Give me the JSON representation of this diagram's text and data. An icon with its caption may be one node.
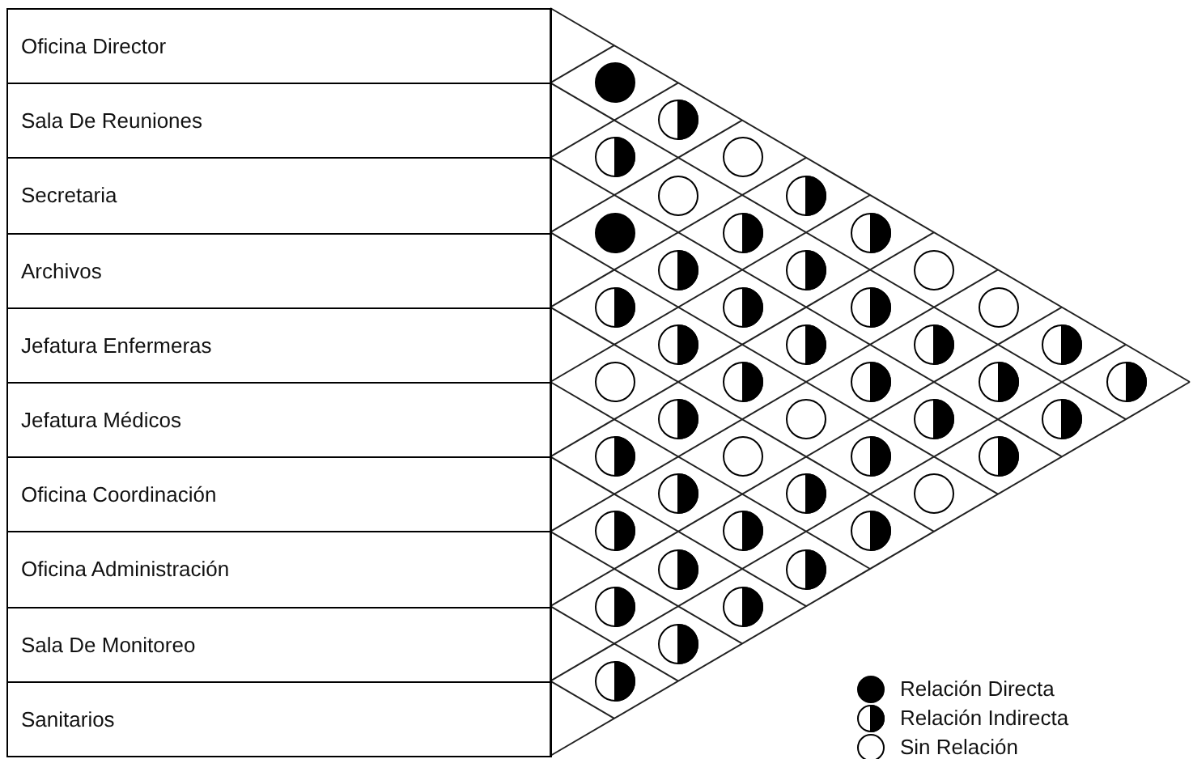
{
  "diagram": {
    "nodes": [
      {
        "text": [
          "Oficina Director"
        ]
      },
      {
        "text": [
          "Sala De Reuniones"
        ]
      },
      {
        "text": [
          "Secretaria"
        ]
      },
      {
        "text": [
          "Archivos"
        ]
      },
      {
        "text": [
          "Jefatura Enfermeras"
        ]
      },
      {
        "text": [
          "Jefatura Médicos"
        ]
      },
      {
        "text": [
          "Oficina Coordinación"
        ]
      },
      {
        "text": [
          "Oficina Administración"
        ]
      },
      {
        "text": [
          "Sala De Monitoreo"
        ]
      },
      {
        "text": [
          "Sanitarios"
        ]
      },
      {
        "text": [],
        "shape": "disc"
      },
      {
        "text": [],
        "shape": "half-disc"
      },
      {
        "text": [],
        "shape": "half-disc"
      },
      {
        "text": [],
        "shape": "circle"
      },
      {
        "text": [],
        "shape": "circle"
      },
      {
        "text": [],
        "shape": "half-disc"
      },
      {
        "text": [],
        "shape": "disc"
      },
      {
        "text": [],
        "shape": "half-disc"
      },
      {
        "text": [],
        "shape": "half-disc"
      },
      {
        "text": [],
        "shape": "half-disc"
      },
      {
        "text": [],
        "shape": "half-disc"
      },
      {
        "text": [],
        "shape": "circle"
      },
      {
        "text": [],
        "shape": "half-disc"
      },
      {
        "text": [],
        "shape": "half-disc"
      },
      {
        "text": [],
        "shape": "half-disc"
      },
      {
        "text": [],
        "shape": "circle"
      },
      {
        "text": [],
        "shape": "half-disc"
      },
      {
        "text": [],
        "shape": "half-disc"
      },
      {
        "text": [],
        "shape": "half-disc"
      },
      {
        "text": [],
        "shape": "half-disc"
      },
      {
        "text": [],
        "shape": "circle"
      },
      {
        "text": [],
        "shape": "half-disc"
      },
      {
        "text": [],
        "shape": "half-disc"
      },
      {
        "text": [],
        "shape": "half-disc"
      },
      {
        "text": [],
        "shape": "half-disc"
      },
      {
        "text": [],
        "shape": "half-disc"
      },
      {
        "text": [],
        "shape": "circle"
      },
      {
        "text": [],
        "shape": "half-disc"
      },
      {
        "text": [],
        "shape": "half-disc"
      },
      {
        "text": [],
        "shape": "half-disc"
      },
      {
        "text": [],
        "shape": "circle"
      },
      {
        "text": [],
        "shape": "half-disc"
      },
      {
        "text": [],
        "shape": "half-disc"
      },
      {
        "text": [],
        "shape": "half-disc"
      },
      {
        "text": [],
        "shape": "half-disc"
      },
      {
        "text": [],
        "shape": "circle"
      },
      {
        "text": [],
        "shape": "half-disc"
      },
      {
        "text": [],
        "shape": "half-disc"
      },
      {
        "text": [],
        "shape": "half-disc"
      },
      {
        "text": [],
        "shape": "half-disc"
      },
      {
        "text": [],
        "shape": "half-disc"
      },
      {
        "text": [],
        "shape": "half-disc"
      },
      {
        "text": [],
        "shape": "half-disc"
      },
      {
        "text": [],
        "shape": "half-disc"
      },
      {
        "text": [],
        "shape": "half-disc"
      }
    ],
    "legend": [
      {
        "text": "Relación Directa"
      },
      {
        "text": "Relación Indirecta"
      },
      {
        "text": "Sin Relación"
      }
    ]
  }
}
